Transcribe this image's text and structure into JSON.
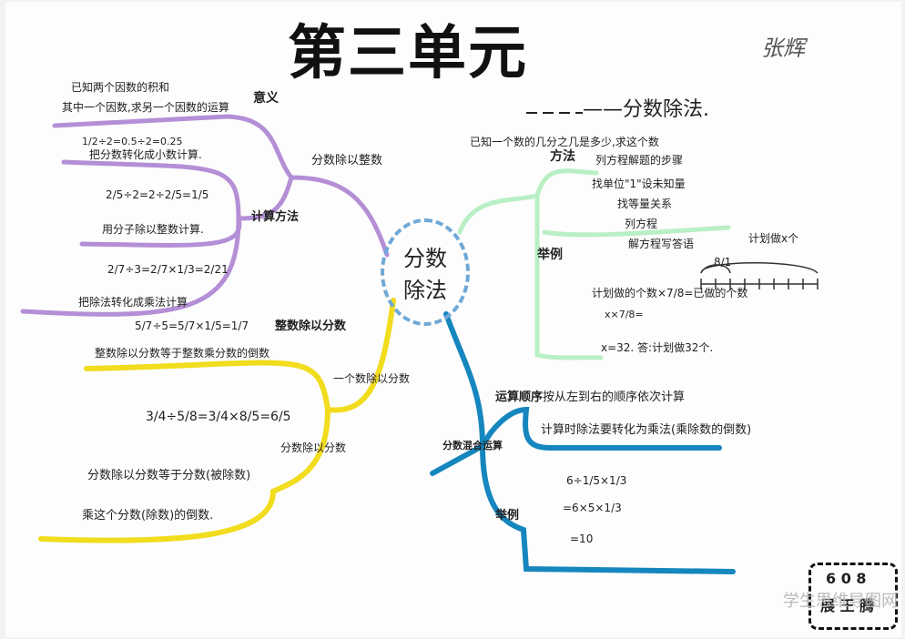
{
  "title": "第三单元",
  "subtitle": "——分数除法.",
  "signature": "张辉",
  "center": {
    "line1": "分数",
    "line2": "除法"
  },
  "left": {
    "branch_label": "分数除以整数",
    "meaning": {
      "label": "意义",
      "text1": "已知两个因数的积和",
      "text2": "其中一个因数,求另一个因数的运算"
    },
    "calc": {
      "label": "计算方法",
      "ex1": "1/2÷2=0.5÷2=0.25",
      "ex1_note": "把分数转化成小数计算.",
      "ex2": "2/5÷2=2÷2/5=1/5",
      "ex2_note": "用分子除以整数计算.",
      "ex3": "2/7÷3=2/7×1/3=2/21",
      "ex3_note": "把除法转化成乘法计算",
      "ex4": "5/7÷5=5/7×1/5=1/7"
    }
  },
  "yellow": {
    "branch_label": "一个数除以分数",
    "int_div": {
      "label": "整数除以分数",
      "text": "整数除以分数等于整数乘分数的倒数"
    },
    "example": "3/4÷5/8=3/4×8/5=6/5",
    "frac_div": {
      "label": "分数除以分数",
      "text1": "分数除以分数等于分数(被除数)",
      "text2": "乘这个分数(除数)的倒数."
    }
  },
  "right": {
    "topic": "已知一个数的几分之几是多少,求这个数",
    "method": {
      "label": "方法",
      "steps": [
        "列方程解题的步骤",
        "找单位\"1\"设未知量",
        "找等量关系",
        "列方程",
        "解方程写答语"
      ]
    },
    "example": {
      "label": "举例",
      "top_label": "计划做x个",
      "seg_label": "8/1",
      "eq1": "计划做的个数×7/8=已做的个数",
      "eq2": "x×7/8=",
      "answer": "x=32.  答:计划做32个."
    }
  },
  "blue": {
    "branch_label": "分数混合运算",
    "order": {
      "label": "运算顺序",
      "line1": "按从左到右的顺序依次计算",
      "line2": "计算时除法要转化为乘法(乘除数的倒数)"
    },
    "example": {
      "label": "举例",
      "l1": "6÷1/5×1/3",
      "l2": "=6×5×1/3",
      "l3": "=10"
    }
  },
  "stamp": {
    "top": "6 0 8",
    "bottom": "展 王 腾"
  },
  "watermark": "学生思维导图网"
}
